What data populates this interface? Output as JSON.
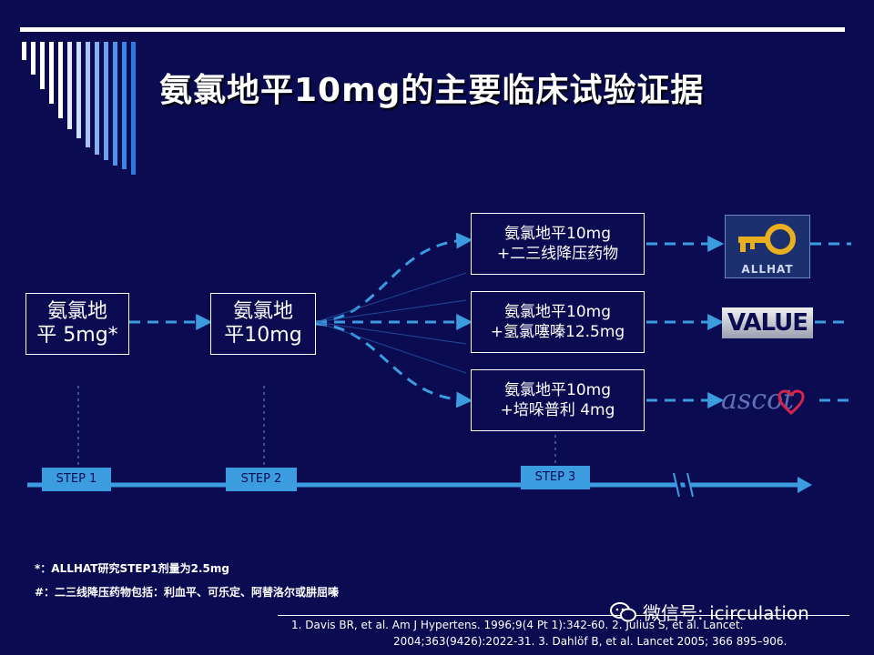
{
  "title": "氨氯地平10mg的主要临床试验证据",
  "boxes": {
    "start": {
      "line1": "氨氯地",
      "line2": "平 5mg*"
    },
    "second": {
      "line1": "氨氯地",
      "line2": "平10mg"
    },
    "tier1": {
      "line1": "氨氯地平10mg",
      "line2": "+二三线降压药物"
    },
    "tier2": {
      "line1": "氨氯地平10mg",
      "line2": "+氢氯噻嗪12.5mg"
    },
    "tier3": {
      "line1": "氨氯地平10mg",
      "line2": "+培哚普利 4mg"
    }
  },
  "steps": [
    "STEP 1",
    "STEP 2",
    "STEP 3"
  ],
  "logos": {
    "allhat": "ALLHAT",
    "value": "VALUE",
    "ascot": "ascot"
  },
  "notes": {
    "note1": "*：ALLHAT研究STEP1剂量为2.5mg",
    "note2": "#：二三线降压药物包括：利血平、可乐定、阿替洛尔或肼屈嗪"
  },
  "refs": {
    "line1": "1.  Davis BR, et al. Am J Hypertens.  1996;9(4  Pt 1):342-60.  2. Julius S, et al. Lancet.",
    "line2": "2004;363(9426):2022-31.   3. Dahlöf B, et al. Lancet 2005;  366  895–906."
  },
  "watermark": "微信号: icirculation",
  "colors": {
    "background": "#0b0b52",
    "accent": "#3b9ce0",
    "text": "#ffffff"
  }
}
